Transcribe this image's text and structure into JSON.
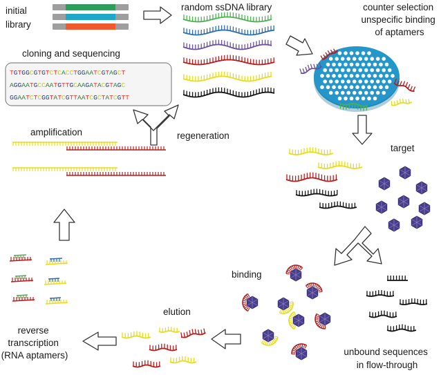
{
  "labels": {
    "initial_library": [
      "initial",
      "library"
    ],
    "random_ssdna_library": "random ssDNA library",
    "counter_selection": [
      "counter selection",
      "unspecific binding",
      "of aptamers"
    ],
    "cloning_and_sequencing": "cloning and sequencing",
    "amplification": "amplification",
    "regeneration": "regeneration",
    "target": "target",
    "binding": "binding",
    "elution": "elution",
    "reverse_transcription": [
      "reverse",
      "transcription",
      "(RNA aptamers)"
    ],
    "unbound_sequences": [
      "unbound sequences",
      "in flow-through"
    ]
  },
  "sequences": [
    "TGTGGCGTGTCTCACCTGGAATCGTAGCT",
    "AGGAATGCCAATGTTGCAAGATACGTAGC",
    "GGAATCTCGGTATCGTTAATCGCTATCGTT"
  ],
  "colors": {
    "nucleotide_A": "#2e7d32",
    "nucleotide_T": "#e53935",
    "nucleotide_G": "#1e3a8a",
    "nucleotide_C": "#c0ca33",
    "library_bar_1": "#2e9c5a",
    "library_bar_2": "#1fa7c7",
    "library_bar_3": "#ef5a2f",
    "strand_green": "#4caf50",
    "strand_blue": "#2b6cb0",
    "strand_purple": "#6b4fa0",
    "strand_red": "#b71c1c",
    "strand_yellow": "#e8dc1a",
    "strand_black": "#111111",
    "plate_blue": "#2496c9",
    "target_purple": "#4a3f8c"
  }
}
